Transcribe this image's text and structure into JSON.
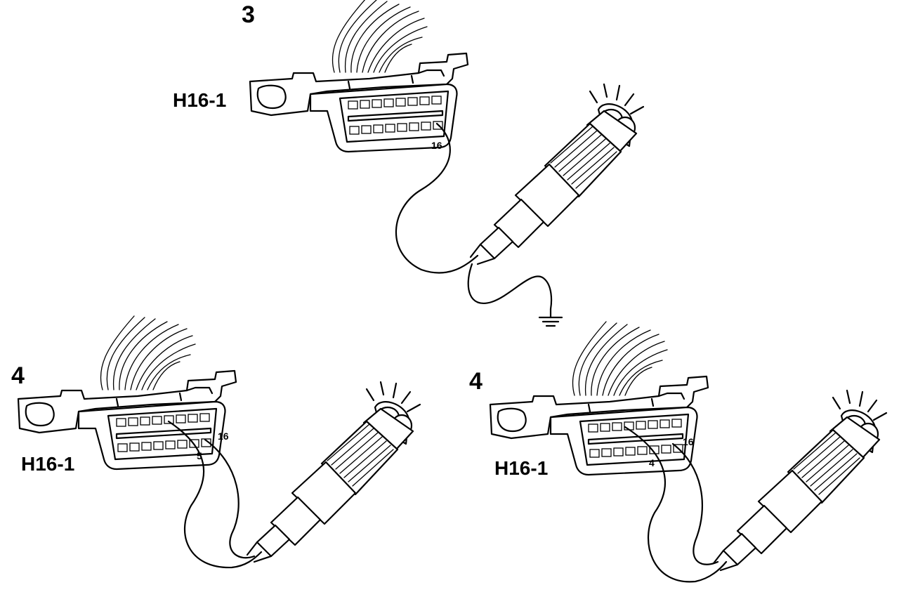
{
  "panels": [
    {
      "step": "3",
      "connector_label": "H16-1",
      "pin_labels": [
        "16"
      ],
      "ground_symbol": "ground-icon",
      "lamp_lit": true
    },
    {
      "step": "4",
      "connector_label": "H16-1",
      "pin_labels": [
        "16",
        "5"
      ],
      "lamp_lit": true
    },
    {
      "step": "4",
      "connector_label": "H16-1",
      "pin_labels": [
        "16",
        "4"
      ],
      "lamp_lit": true
    }
  ],
  "colors": {
    "ink": "#000000",
    "background": "#ffffff"
  }
}
